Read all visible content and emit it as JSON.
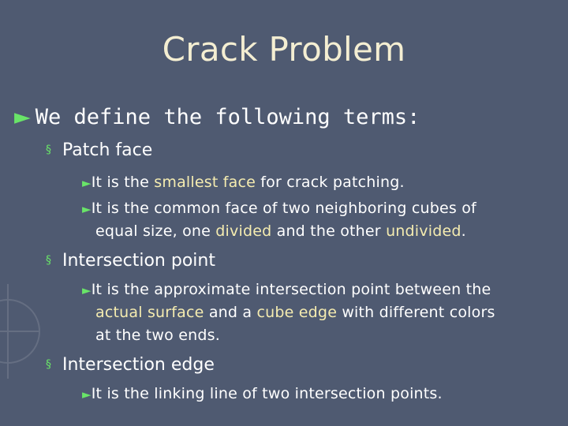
{
  "title": "Crack Problem",
  "main_bullet": "We define the following terms:",
  "arrow_glyph": "►",
  "square_glyph": "§",
  "sections": [
    {
      "heading": "Patch face",
      "items": [
        {
          "a": "It is the ",
          "b": "smallest face",
          "c": " for crack patching."
        },
        {
          "a": "It is the common face of two neighboring cubes of",
          "b": "",
          "c": ""
        }
      ],
      "cont": {
        "a": "equal size, one ",
        "b": "divided",
        "c": " and the other ",
        "d": "undivided",
        "e": "."
      }
    },
    {
      "heading": "Intersection point",
      "items": [
        {
          "a": "It is the approximate intersection point between the"
        }
      ],
      "cont1": {
        "a": "actual surface",
        "b": " and a ",
        "c": "cube edge",
        "d": " with different colors"
      },
      "cont2": "at the two ends."
    },
    {
      "heading": "Intersection edge",
      "items": [
        {
          "a": "It is the linking line of two intersection points."
        }
      ]
    }
  ],
  "colors": {
    "background": "#4f5a71",
    "title": "#f4eed2",
    "bullet": "#69e468",
    "highlight": "#f5ecb0"
  }
}
